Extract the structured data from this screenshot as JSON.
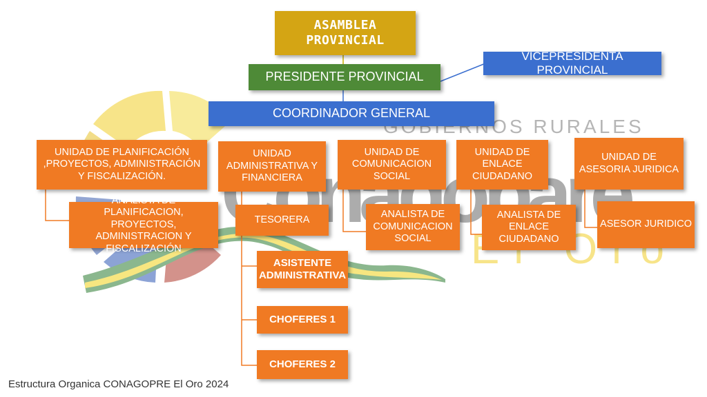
{
  "colors": {
    "gold": "#d4a514",
    "green": "#4e8a37",
    "blue": "#3b6fcf",
    "orange": "#f07a23",
    "connector": "#f07a23"
  },
  "watermark": {
    "line1": "GOBIERNOS RURALES",
    "line2": "Conagopare",
    "line3": "El Oro"
  },
  "org": {
    "asamblea": "ASAMBLEA PROVINCIAL",
    "presidente": "PRESIDENTE PROVINCIAL",
    "vicepresidenta": "VICEPRESIDENTA PROVINCIAL",
    "coordinador": "COORDINADOR GENERAL",
    "unidades": [
      "UNIDAD DE PLANIFICACIÓN ,PROYECTOS, ADMINISTRACIÓN Y FISCALIZACIÓN.",
      "UNIDAD ADMINISTRATIVA Y FINANCIERA",
      "UNIDAD DE COMUNICACION SOCIAL",
      "UNIDAD DE ENLACE CIUDADANO",
      "UNIDAD DE ASESORIA JURIDICA"
    ],
    "staff": [
      "ANALISTA DE PLANIFICACION, PROYECTOS, ADMINISTRACION Y FISCALIZACIÓN",
      "TESORERA",
      "ANALISTA DE COMUNICACION SOCIAL",
      "ANALISTA DE ENLACE CIUDADANO",
      "ASESOR JURIDICO"
    ],
    "subordinados": [
      "ASISTENTE ADMINISTRATIVA",
      "CHOFERES 1",
      "CHOFERES 2"
    ]
  },
  "caption": "Estructura Organica CONAGOPRE  El Oro 2024"
}
